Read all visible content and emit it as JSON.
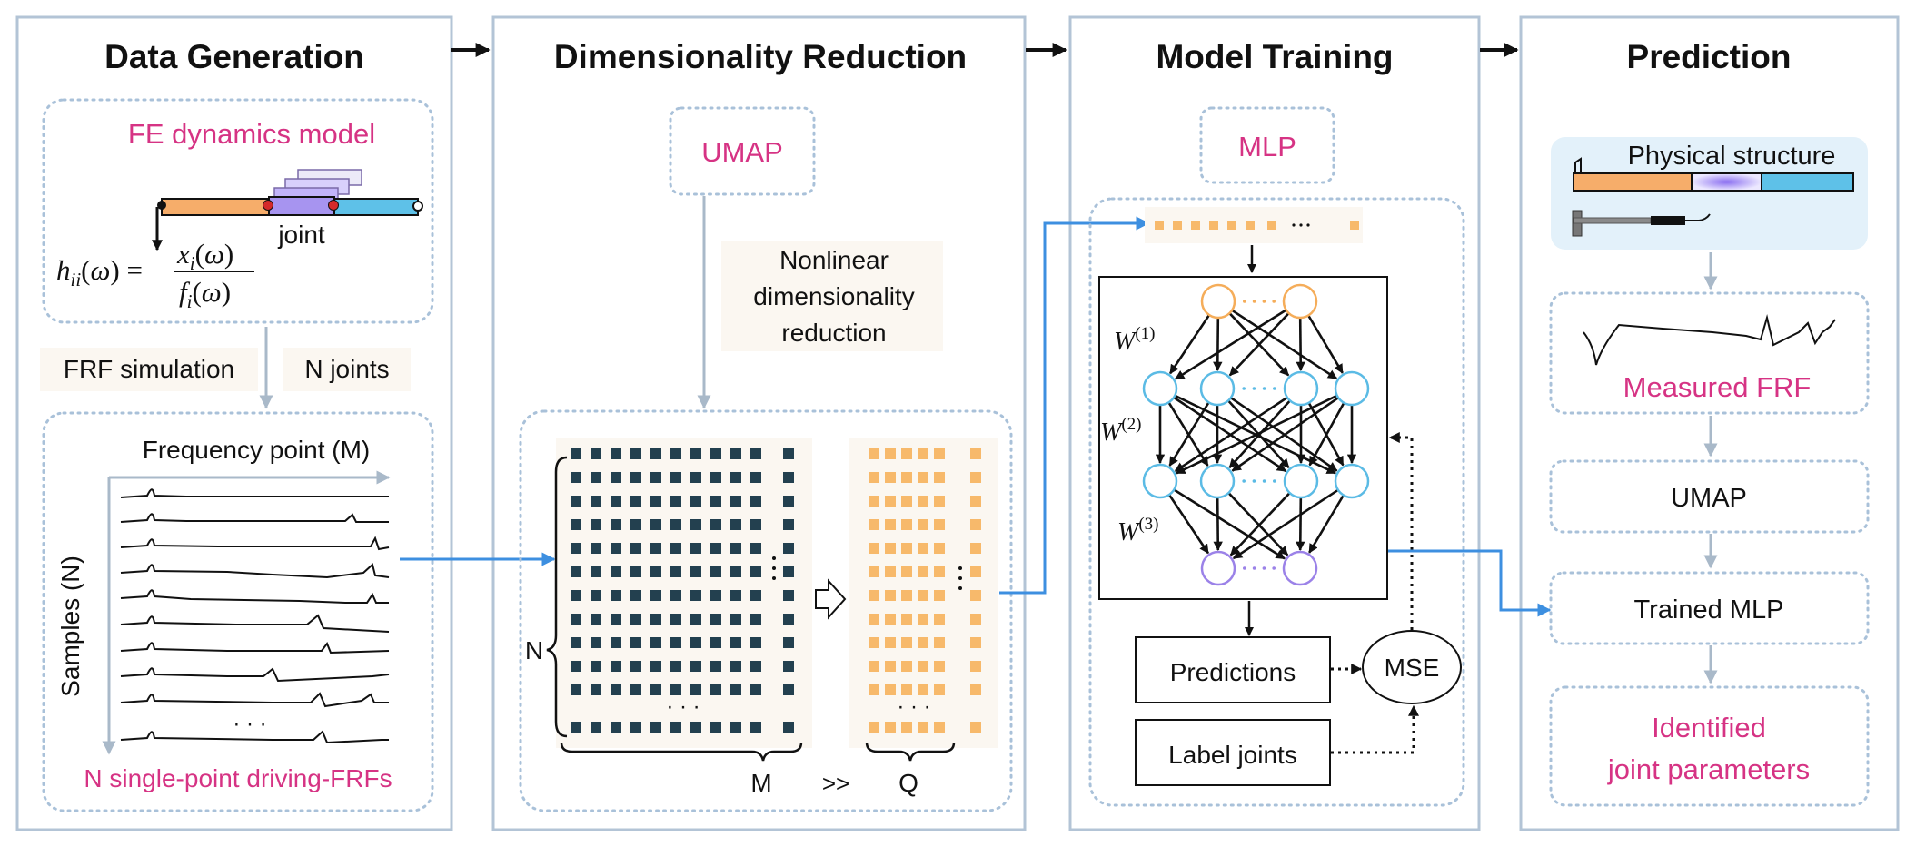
{
  "panels": {
    "data_generation": {
      "title": "Data Generation",
      "fe_model": "FE dynamics model",
      "joint": "joint",
      "frf_simulation": "FRF simulation",
      "n_joints": "N joints",
      "frequency_point": "Frequency point (M)",
      "samples": "Samples (N)",
      "ellipsis": "· · ·",
      "footer": "N single-point driving-FRFs"
    },
    "dimensionality_reduction": {
      "title": "Dimensionality Reduction",
      "umap": "UMAP",
      "note_line1": "Nonlinear",
      "note_line2": "dimensionality",
      "note_line3": "reduction",
      "n_label": "N",
      "m_label": "M",
      "gg": ">>",
      "q_label": "Q",
      "ellipsis": "· · ·"
    },
    "model_training": {
      "title": "Model Training",
      "mlp": "MLP",
      "w1": "W",
      "w1_sup": "(1)",
      "w2": "W",
      "w2_sup": "(2)",
      "w3": "W",
      "w3_sup": "(3)",
      "predictions": "Predictions",
      "mse": "MSE",
      "label_joints": "Label joints",
      "ellipsis": "· · ·"
    },
    "prediction": {
      "title": "Prediction",
      "physical_structure": "Physical structure",
      "measured_frf": "Measured FRF",
      "umap": "UMAP",
      "trained_mlp": "Trained MLP",
      "identified_line1": "Identified",
      "identified_line2": "joint parameters"
    }
  },
  "colors": {
    "panel_border": "#b3c4d6",
    "dotted_border": "#a9c1d9",
    "accent_pink": "#d63384",
    "matrix_dark": "#23404f",
    "matrix_orange": "#f7b96b",
    "flow_blue": "#3d8fe0",
    "node_orange": "#f5ad5a",
    "node_blue": "#5bbbe5",
    "node_purple": "#9b82e8",
    "beam_orange": "#f6ad6a",
    "beam_purple": "#a794f0",
    "beam_blue": "#5ec1e8"
  },
  "icons": [
    "right-arrow-icon",
    "hammer-icon",
    "down-arrow-icon",
    "hollow-arrow-icon"
  ]
}
